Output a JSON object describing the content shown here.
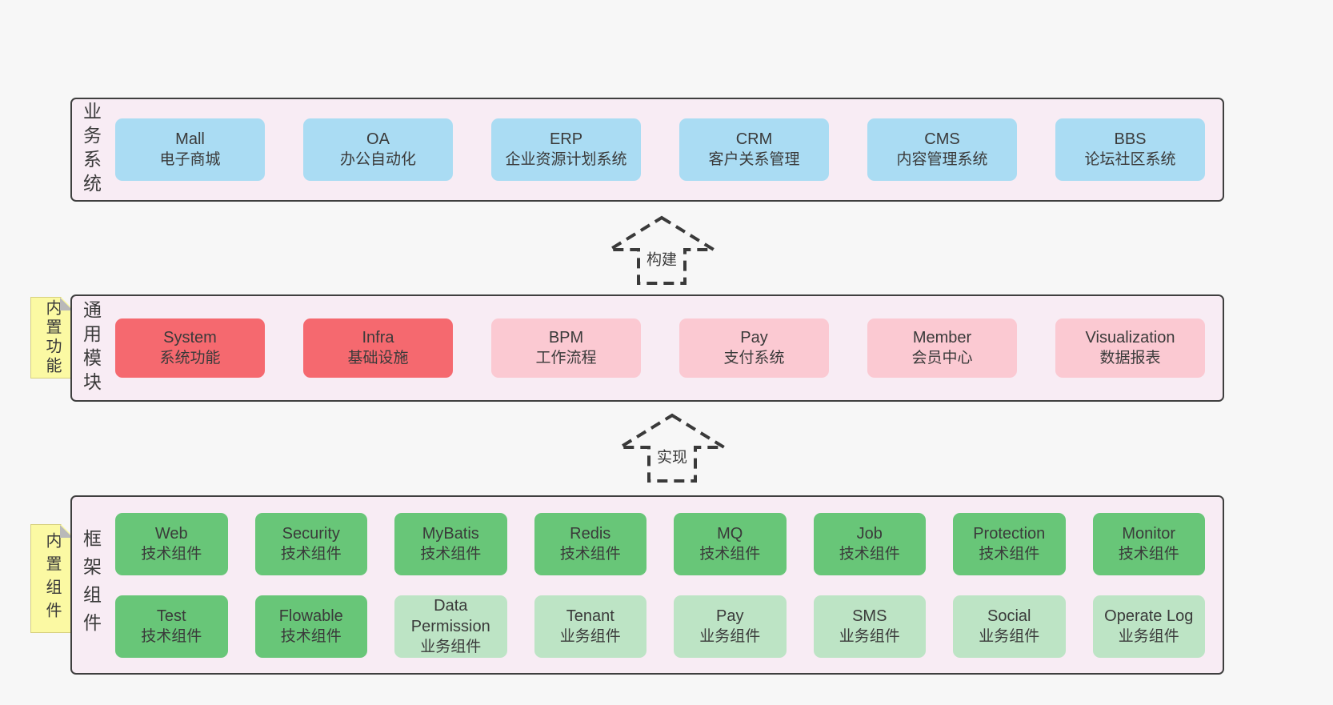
{
  "colors": {
    "page_bg": "#f7f7f7",
    "band_bg": "#f8ecf4",
    "band_border": "#3f3f3f",
    "blue_node": "#aadcf3",
    "red_node": "#f5696f",
    "pink_node": "#fbc9d2",
    "green_node": "#68c678",
    "light_green_node": "#bde4c5",
    "sticky_yellow": "#fbf9a3",
    "text": "#3a3a3a"
  },
  "arrows": [
    {
      "label": "构建"
    },
    {
      "label": "实现"
    }
  ],
  "stickies": [
    {
      "label": "内置功能"
    },
    {
      "label": "内置组件"
    }
  ],
  "bands": [
    {
      "label": "业务系统",
      "rows": [
        [
          {
            "name": "Mall",
            "desc": "电子商城"
          },
          {
            "name": "OA",
            "desc": "办公自动化"
          },
          {
            "name": "ERP",
            "desc": "企业资源计划系统"
          },
          {
            "name": "CRM",
            "desc": "客户关系管理"
          },
          {
            "name": "CMS",
            "desc": "内容管理系统"
          },
          {
            "name": "BBS",
            "desc": "论坛社区系统"
          }
        ]
      ]
    },
    {
      "label": "通用模块",
      "rows": [
        [
          {
            "name": "System",
            "desc": "系统功能"
          },
          {
            "name": "Infra",
            "desc": "基础设施"
          },
          {
            "name": "BPM",
            "desc": "工作流程"
          },
          {
            "name": "Pay",
            "desc": "支付系统"
          },
          {
            "name": "Member",
            "desc": "会员中心"
          },
          {
            "name": "Visualization",
            "desc": "数据报表"
          }
        ]
      ]
    },
    {
      "label": "框架组件",
      "rows": [
        [
          {
            "name": "Web",
            "desc": "技术组件"
          },
          {
            "name": "Security",
            "desc": "技术组件"
          },
          {
            "name": "MyBatis",
            "desc": "技术组件"
          },
          {
            "name": "Redis",
            "desc": "技术组件"
          },
          {
            "name": "MQ",
            "desc": "技术组件"
          },
          {
            "name": "Job",
            "desc": "技术组件"
          },
          {
            "name": "Protection",
            "desc": "技术组件"
          },
          {
            "name": "Monitor",
            "desc": "技术组件"
          }
        ],
        [
          {
            "name": "Test",
            "desc": "技术组件"
          },
          {
            "name": "Flowable",
            "desc": "技术组件"
          },
          {
            "name": "Data Permission",
            "desc": "业务组件"
          },
          {
            "name": "Tenant",
            "desc": "业务组件"
          },
          {
            "name": "Pay",
            "desc": "业务组件"
          },
          {
            "name": "SMS",
            "desc": "业务组件"
          },
          {
            "name": "Social",
            "desc": "业务组件"
          },
          {
            "name": "Operate Log",
            "desc": "业务组件"
          }
        ]
      ]
    }
  ]
}
